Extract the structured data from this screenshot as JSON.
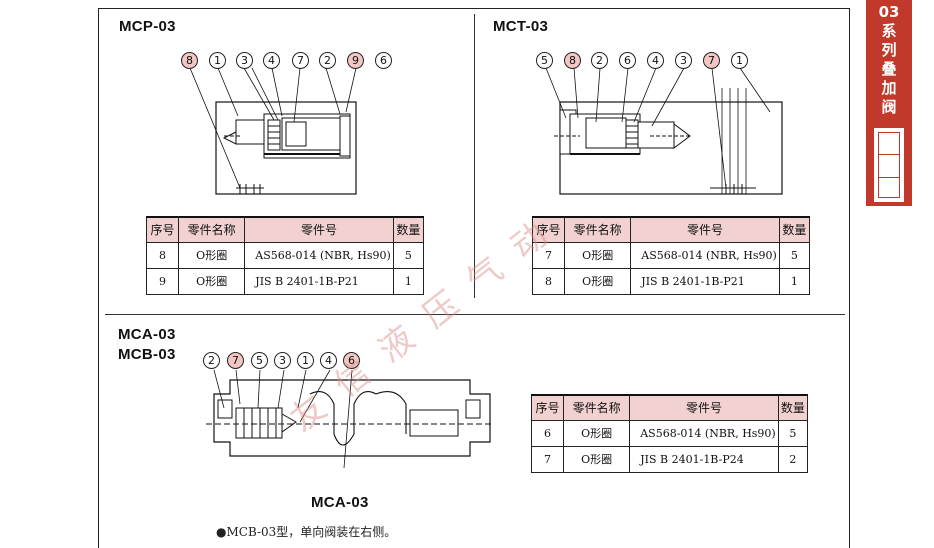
{
  "side_tab": {
    "text": "03系列叠加阀"
  },
  "sections": {
    "mcp": {
      "title": "MCP-03",
      "callouts": [
        "8",
        "1",
        "3",
        "4",
        "7",
        "2",
        "9",
        "6"
      ]
    },
    "mct": {
      "title": "MCT-03",
      "callouts": [
        "5",
        "8",
        "2",
        "6",
        "4",
        "3",
        "7",
        "1"
      ]
    },
    "mca": {
      "title_a": "MCA-03",
      "title_b": "MCB-03",
      "caption": "MCA-03",
      "callouts": [
        "2",
        "7",
        "5",
        "3",
        "1",
        "4",
        "6"
      ]
    }
  },
  "table_headers": [
    "序号",
    "零件名称",
    "零件号",
    "数量"
  ],
  "tables": {
    "mcp": [
      {
        "no": "8",
        "name": "O形圈",
        "part": "AS568-014 (NBR, Hs90)",
        "qty": "5"
      },
      {
        "no": "9",
        "name": "O形圈",
        "part": "JIS B 2401-1B-P21",
        "qty": "1"
      }
    ],
    "mct": [
      {
        "no": "7",
        "name": "O形圈",
        "part": "AS568-014 (NBR, Hs90)",
        "qty": "5"
      },
      {
        "no": "8",
        "name": "O形圈",
        "part": "JIS B 2401-1B-P21",
        "qty": "1"
      }
    ],
    "mca": [
      {
        "no": "6",
        "name": "O形圈",
        "part": "AS568-014 (NBR, Hs90)",
        "qty": "5"
      },
      {
        "no": "7",
        "name": "O形圈",
        "part": "JIS B 2401-1B-P24",
        "qty": "2"
      }
    ]
  },
  "note": "●MCB-03型，单向阀装在右侧。",
  "watermark": "友信液压气动",
  "colors": {
    "tab_red": "#c0392b",
    "header_pink": "#f2d2d0",
    "callout_pink": "#f2c6c2"
  }
}
